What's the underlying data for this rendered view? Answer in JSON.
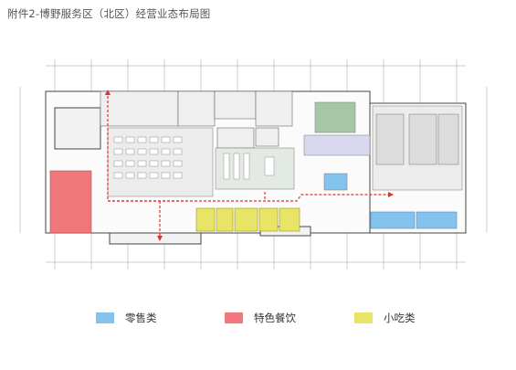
{
  "title": "附件2-博野服务区（北区）经营业态布局图",
  "legend": [
    {
      "label": "零售类",
      "color": "#85c3ef"
    },
    {
      "label": "特色餐饮",
      "color": "#f0777a"
    },
    {
      "label": "小吃类",
      "color": "#e7e466"
    }
  ],
  "zone_colors": {
    "retail": "#85c3ef",
    "dining": "#f0777a",
    "snack": "#e7e466",
    "route": "#e0322d"
  }
}
